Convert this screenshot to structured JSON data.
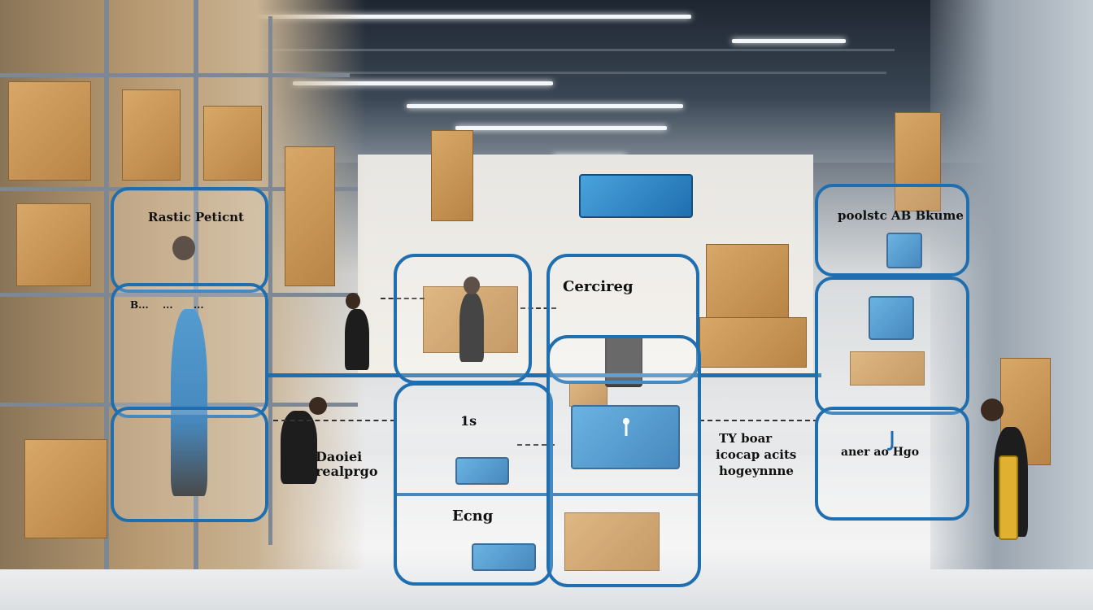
{
  "labels": {
    "panel_top_left": "Rastic Peticnt",
    "panel_top_right": "poolstc AB Bkume",
    "center_top": "Cercireg",
    "center_mid": "1s",
    "center_bottom": "Ecng",
    "left_bottom_1": "Daoiei",
    "left_bottom_2": "realprgo",
    "right_mid_1": "TY boar",
    "right_mid_2": "icocap acits",
    "right_mid_3": "hogeynnne",
    "right_lower": "aner ao Hgo",
    "doc_text_1": "B...",
    "doc_text_2": "...",
    "doc_text_3": "..."
  },
  "colors": {
    "panel_border": "#1f6fb0",
    "carton": "#c8914f",
    "machine": "#2f86c6"
  }
}
